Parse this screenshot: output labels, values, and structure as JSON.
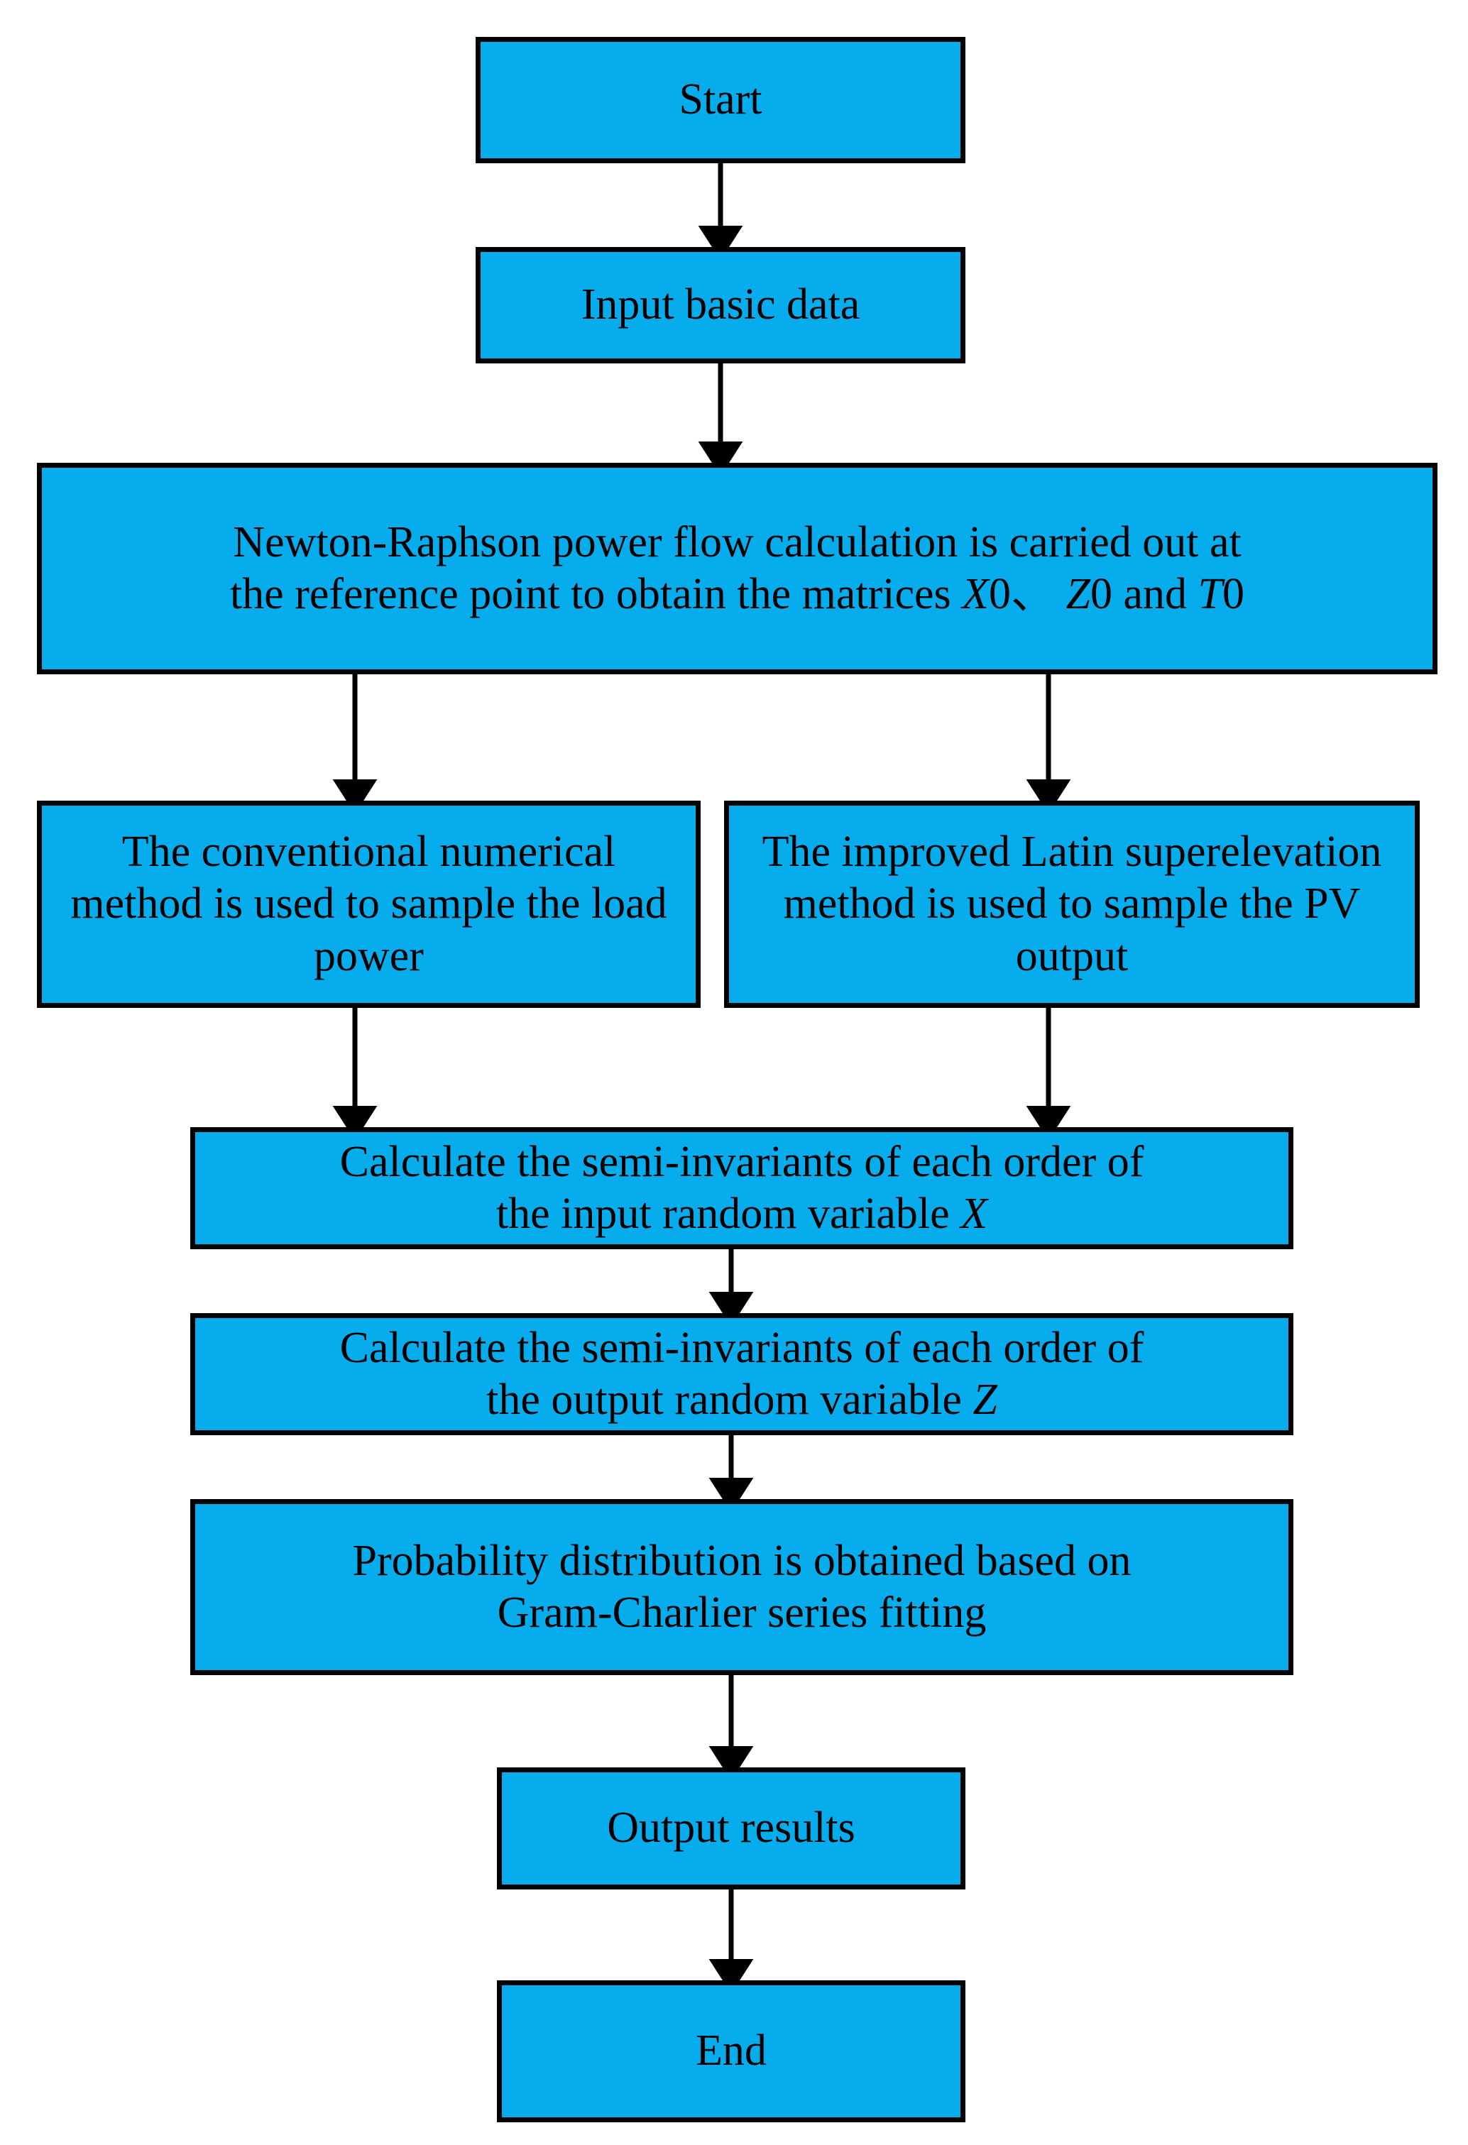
{
  "diagram": {
    "title": "Probabilistic power flow calculation flowchart",
    "colors": {
      "node_fill": "#06ACEC",
      "node_border": "#000000",
      "connector": "#000000",
      "background": "#FFFFFF",
      "text": "#000000"
    },
    "nodes": [
      {
        "id": "start",
        "shape": "rectangle",
        "text": "Start"
      },
      {
        "id": "input",
        "shape": "rectangle",
        "text": "Input basic data"
      },
      {
        "id": "newton",
        "shape": "rectangle",
        "text": "Newton-Raphson power flow calculation is carried out at the reference point to obtain the matrices X0、 Z0 and T0",
        "line1": "Newton-Raphson power flow calculation is carried out at",
        "line2_pre": "the reference point to obtain the matrices ",
        "var1": "X",
        "var1_sub": "0、 ",
        "var2": "Z",
        "var2_sub": "0 and ",
        "var3": "T",
        "var3_sub": "0"
      },
      {
        "id": "conventional",
        "shape": "rectangle",
        "text": "The conventional numerical method is used to sample the load power"
      },
      {
        "id": "latin",
        "shape": "rectangle",
        "text": "The improved Latin superelevation method is used to sample the PV output"
      },
      {
        "id": "semi_x",
        "shape": "rectangle",
        "text": "Calculate the semi-invariants of each order of the input random variable X",
        "line1": "Calculate the semi-invariants of each order of",
        "line2_pre": "the input random variable ",
        "var1": "X"
      },
      {
        "id": "semi_z",
        "shape": "rectangle",
        "text": "Calculate the semi-invariants of each order of the output random variable Z",
        "line1": "Calculate the semi-invariants of each order of",
        "line2_pre": "the output random variable ",
        "var1": "Z"
      },
      {
        "id": "gram",
        "shape": "rectangle",
        "text": "Probability distribution is obtained based on Gram-Charlier series fitting",
        "line1": "Probability distribution is obtained based on",
        "line2": "Gram-Charlier series fitting"
      },
      {
        "id": "output",
        "shape": "rectangle",
        "text": "Output results"
      },
      {
        "id": "end",
        "shape": "rectangle",
        "text": "End"
      }
    ],
    "edges": [
      {
        "from": "start",
        "to": "input",
        "style": "arrow-down"
      },
      {
        "from": "input",
        "to": "newton",
        "style": "arrow-down"
      },
      {
        "from": "newton",
        "to": "conventional",
        "style": "arrow-down-left-branch"
      },
      {
        "from": "newton",
        "to": "latin",
        "style": "arrow-down-right-branch"
      },
      {
        "from": "conventional",
        "to": "semi_x",
        "style": "arrow-down"
      },
      {
        "from": "latin",
        "to": "semi_x",
        "style": "arrow-down"
      },
      {
        "from": "semi_x",
        "to": "semi_z",
        "style": "arrow-down"
      },
      {
        "from": "semi_z",
        "to": "gram",
        "style": "arrow-down"
      },
      {
        "from": "gram",
        "to": "output",
        "style": "arrow-down"
      },
      {
        "from": "output",
        "to": "end",
        "style": "arrow-down"
      }
    ]
  }
}
